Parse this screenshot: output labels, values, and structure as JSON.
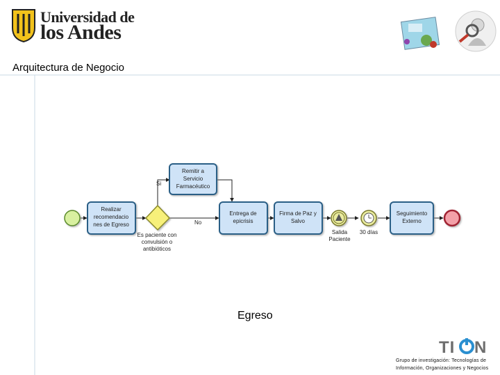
{
  "header": {
    "logo_line_1": "Universidad de",
    "logo_line_2": "los Andes",
    "section_title": "Arquitectura de Negocio"
  },
  "diagram": {
    "tasks": {
      "realizar": [
        "Realizar",
        "recomendacio",
        "nes de Egreso"
      ],
      "remitir": [
        "Remitir a",
        "Servicio",
        "Farmacéutico"
      ],
      "entrega": [
        "Entrega de",
        "epicrisis"
      ],
      "firma": [
        "Firma de Paz y",
        "Salvo"
      ],
      "seguimiento": [
        "Seguimiento",
        "Externo"
      ]
    },
    "gateway_label": [
      "Es paciente con",
      "convulsión o",
      "antibióticos"
    ],
    "flow_labels": {
      "si": "Si",
      "no": "No"
    },
    "event_labels": {
      "salida": [
        "Salida",
        "Paciente"
      ],
      "timer": "30 días"
    }
  },
  "caption": "Egreso",
  "footer": {
    "logo_text": "TION",
    "group_line_1": "Grupo de investigación: Tecnologías de",
    "group_line_2": "Información, Organizaciones y Negocios"
  },
  "colors": {
    "task_fill": "#cfe3f7",
    "task_stroke": "#2a5f86",
    "start_fill": "#d8f0a0",
    "end_fill": "#f3a0a8",
    "gateway_fill": "#f7f07a",
    "intermediate_fill": "#e9eba0",
    "frame_line": "#c8d8e4"
  }
}
